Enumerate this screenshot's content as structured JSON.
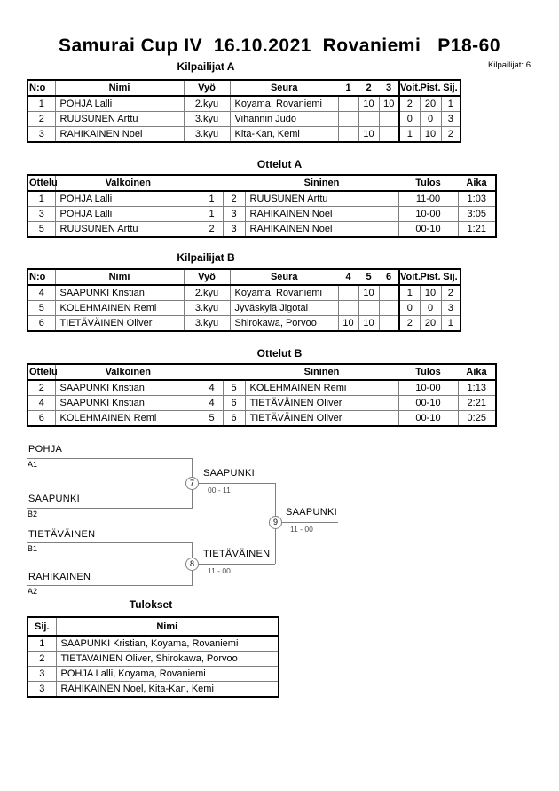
{
  "page": {
    "title": "Samurai Cup IV  16.10.2021  Rovaniemi   P18-60",
    "competitors_label": "Kilpailijat: 6"
  },
  "colors": {
    "text": "#000000",
    "table_outer_border": "#000000",
    "table_inner_border": "#808080",
    "bracket_line": "#808080",
    "bracket_score_text": "#4d4d4d"
  },
  "poolA": {
    "title": "Kilpailijat A",
    "headers": {
      "no": "N:o",
      "name": "Nimi",
      "belt": "Vyö",
      "club": "Seura",
      "m1": "1",
      "m2": "2",
      "m3": "3",
      "wins": "Voit.",
      "points": "Pist.",
      "place": "Sij."
    },
    "rows": [
      {
        "no": "1",
        "name": "POHJA Lalli",
        "belt": "2.kyu",
        "club": "Koyama, Rovaniemi",
        "m1": "",
        "m2": "10",
        "m3": "10",
        "wins": "2",
        "points": "20",
        "place": "1"
      },
      {
        "no": "2",
        "name": "RUUSUNEN Arttu",
        "belt": "3.kyu",
        "club": "Vihannin Judo",
        "m1": "",
        "m2": "",
        "m3": "",
        "wins": "0",
        "points": "0",
        "place": "3"
      },
      {
        "no": "3",
        "name": "RAHIKAINEN Noel",
        "belt": "3.kyu",
        "club": "Kita-Kan, Kemi",
        "m1": "",
        "m2": "10",
        "m3": "",
        "wins": "1",
        "points": "10",
        "place": "2"
      }
    ]
  },
  "matchesA": {
    "title": "Ottelut A",
    "headers": {
      "match": "Ottelu",
      "white": "Valkoinen",
      "blue": "Sininen",
      "result": "Tulos",
      "time": "Aika"
    },
    "rows": [
      {
        "match": "1",
        "white": "POHJA Lalli",
        "white_no": "1",
        "blue_no": "2",
        "blue": "RUUSUNEN Arttu",
        "result": "11-00",
        "time": "1:03"
      },
      {
        "match": "3",
        "white": "POHJA Lalli",
        "white_no": "1",
        "blue_no": "3",
        "blue": "RAHIKAINEN Noel",
        "result": "10-00",
        "time": "3:05"
      },
      {
        "match": "5",
        "white": "RUUSUNEN Arttu",
        "white_no": "2",
        "blue_no": "3",
        "blue": "RAHIKAINEN Noel",
        "result": "00-10",
        "time": "1:21"
      }
    ]
  },
  "poolB": {
    "title": "Kilpailijat B",
    "headers": {
      "no": "N:o",
      "name": "Nimi",
      "belt": "Vyö",
      "club": "Seura",
      "m1": "4",
      "m2": "5",
      "m3": "6",
      "wins": "Voit.",
      "points": "Pist.",
      "place": "Sij."
    },
    "rows": [
      {
        "no": "4",
        "name": "SAAPUNKI Kristian",
        "belt": "2.kyu",
        "club": "Koyama, Rovaniemi",
        "m1": "",
        "m2": "10",
        "m3": "",
        "wins": "1",
        "points": "10",
        "place": "2"
      },
      {
        "no": "5",
        "name": "KOLEHMAINEN Remi",
        "belt": "3.kyu",
        "club": "Jyväskylä Jigotai",
        "m1": "",
        "m2": "",
        "m3": "",
        "wins": "0",
        "points": "0",
        "place": "3"
      },
      {
        "no": "6",
        "name": "TIETÄVÄINEN Oliver",
        "belt": "3.kyu",
        "club": "Shirokawa, Porvoo",
        "m1": "10",
        "m2": "10",
        "m3": "",
        "wins": "2",
        "points": "20",
        "place": "1"
      }
    ]
  },
  "matchesB": {
    "title": "Ottelut B",
    "headers": {
      "match": "Ottelu",
      "white": "Valkoinen",
      "blue": "Sininen",
      "result": "Tulos",
      "time": "Aika"
    },
    "rows": [
      {
        "match": "2",
        "white": "SAAPUNKI Kristian",
        "white_no": "4",
        "blue_no": "5",
        "blue": "KOLEHMAINEN Remi",
        "result": "10-00",
        "time": "1:13"
      },
      {
        "match": "4",
        "white": "SAAPUNKI Kristian",
        "white_no": "4",
        "blue_no": "6",
        "blue": "TIETÄVÄINEN Oliver",
        "result": "00-10",
        "time": "2:21"
      },
      {
        "match": "6",
        "white": "KOLEHMAINEN Remi",
        "white_no": "5",
        "blue_no": "6",
        "blue": "TIETÄVÄINEN Oliver",
        "result": "00-10",
        "time": "0:25"
      }
    ]
  },
  "bracket": {
    "slot1": {
      "name": "POHJA",
      "seed": "A1"
    },
    "slot2": {
      "name": "SAAPUNKI",
      "seed": "B2"
    },
    "slot3": {
      "name": "TIETÄVÄINEN",
      "seed": "B1"
    },
    "slot4": {
      "name": "RAHIKAINEN",
      "seed": "A2"
    },
    "semi1": {
      "no": "7",
      "winner": "SAAPUNKI",
      "score": "00 - 11"
    },
    "semi2": {
      "no": "8",
      "winner": "TIETÄVÄINEN",
      "score": "11 - 00"
    },
    "final": {
      "no": "9",
      "winner": "SAAPUNKI",
      "score": "11 - 00"
    }
  },
  "results": {
    "title": "Tulokset",
    "headers": {
      "place": "Sij.",
      "name": "Nimi"
    },
    "rows": [
      {
        "place": "1",
        "name": "SAAPUNKI Kristian, Koyama, Rovaniemi"
      },
      {
        "place": "2",
        "name": "TIETAVAINEN Oliver, Shirokawa, Porvoo"
      },
      {
        "place": "3",
        "name": "POHJA Lalli, Koyama, Rovaniemi"
      },
      {
        "place": "3",
        "name": "RAHIKAINEN Noel, Kita-Kan, Kemi"
      }
    ]
  }
}
